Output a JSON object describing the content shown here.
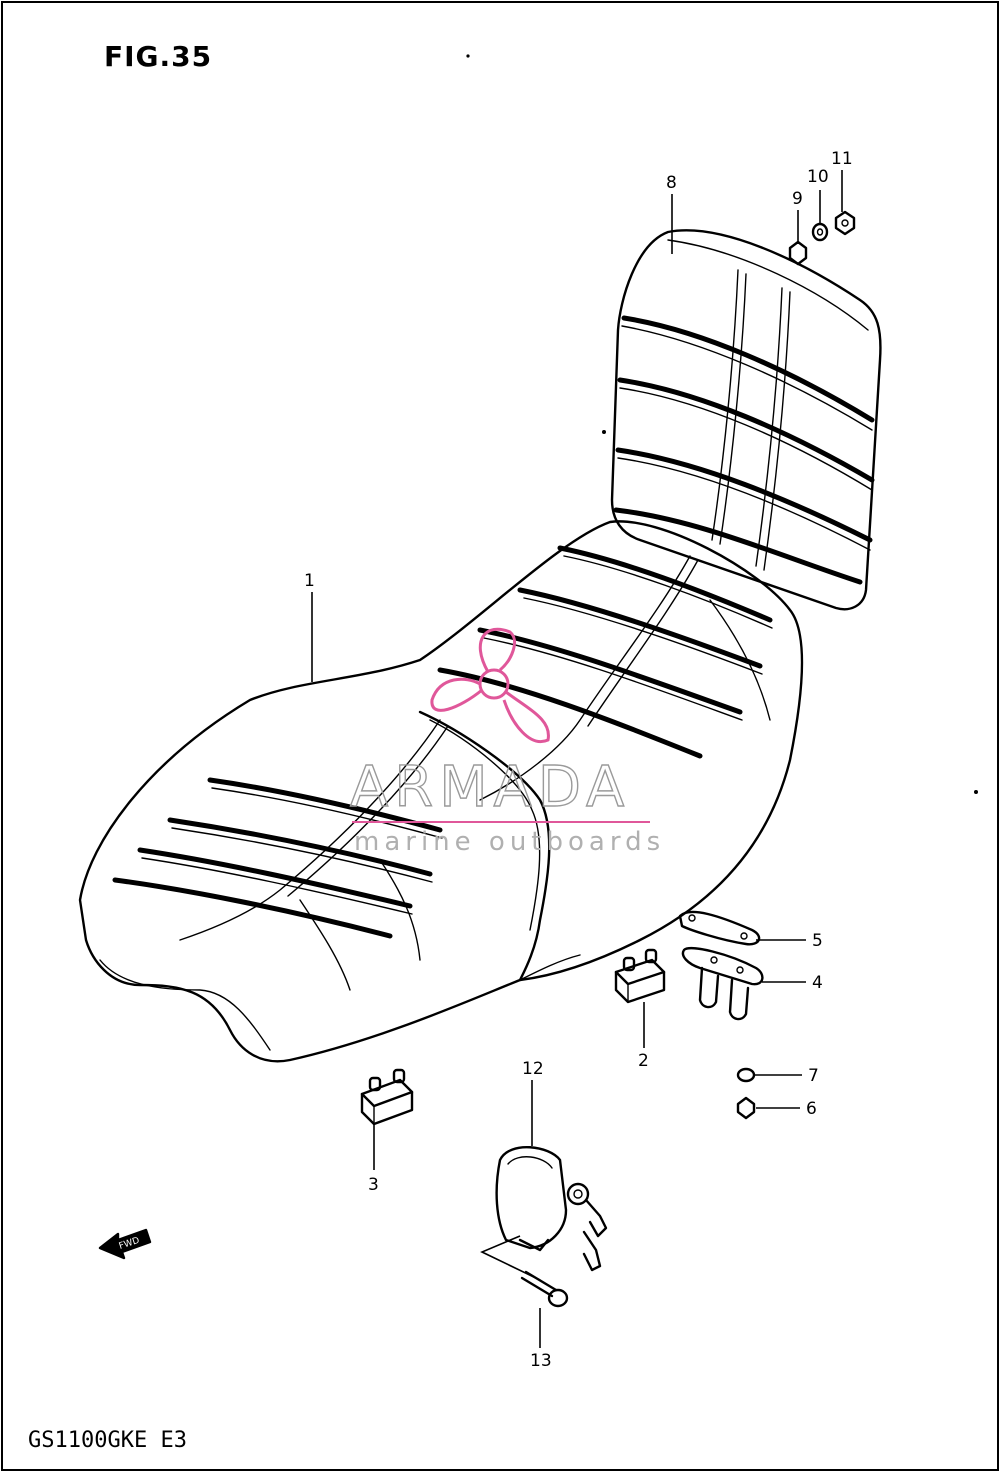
{
  "figure": {
    "title": "FIG.35",
    "model_code": "GS1100GKE E3",
    "direction_marker": "FWD"
  },
  "watermark": {
    "brand": "ARMADA",
    "tagline": "marine outboards",
    "color": "#e0579a"
  },
  "callouts": [
    {
      "id": "1",
      "label": "1"
    },
    {
      "id": "2",
      "label": "2"
    },
    {
      "id": "3",
      "label": "3"
    },
    {
      "id": "4",
      "label": "4"
    },
    {
      "id": "5",
      "label": "5"
    },
    {
      "id": "6",
      "label": "6"
    },
    {
      "id": "7",
      "label": "7"
    },
    {
      "id": "8",
      "label": "8"
    },
    {
      "id": "9",
      "label": "9"
    },
    {
      "id": "10",
      "label": "10"
    },
    {
      "id": "11",
      "label": "11"
    },
    {
      "id": "12",
      "label": "12"
    },
    {
      "id": "13",
      "label": "13"
    }
  ]
}
